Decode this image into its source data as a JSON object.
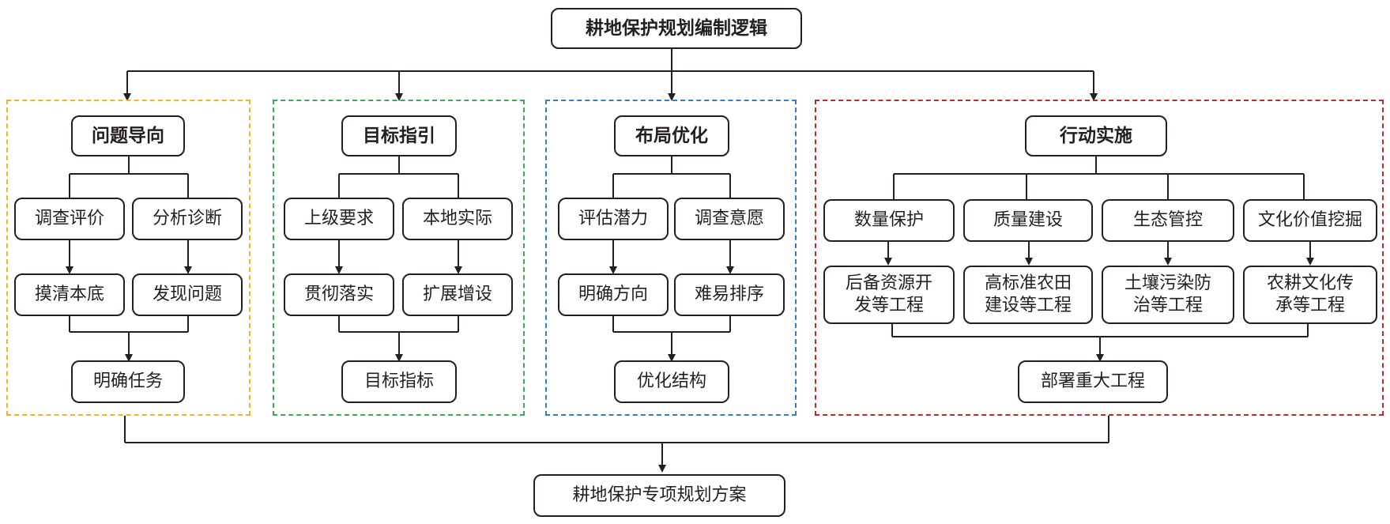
{
  "colors": {
    "yellow": "#f5b321",
    "green": "#3aa85a",
    "blue": "#2f7ec2",
    "red": "#c0282e",
    "line": "#231f20"
  },
  "title": "耕地保护规划编制逻辑",
  "final": "耕地保护专项规划方案",
  "panels": {
    "problem": {
      "head": "问题导向",
      "a1": "调查评价",
      "a2": "分析诊断",
      "b1": "摸清本底",
      "b2": "发现问题",
      "result": "明确任务"
    },
    "goal": {
      "head": "目标指引",
      "a1": "上级要求",
      "a2": "本地实际",
      "b1": "贯彻落实",
      "b2": "扩展增设",
      "result": "目标指标"
    },
    "layout": {
      "head": "布局优化",
      "a1": "评估潜力",
      "a2": "调查意愿",
      "b1": "明确方向",
      "b2": "难易排序",
      "result": "优化结构"
    },
    "action": {
      "head": "行动实施",
      "a1": "数量保护",
      "a2": "质量建设",
      "a3": "生态管控",
      "a4": "文化价值挖掘",
      "b1": "后备资源开\n发等工程",
      "b2": "高标准农田\n建设等工程",
      "b3": "土壤污染防\n治等工程",
      "b4": "农耕文化传\n承等工程",
      "result": "部署重大工程"
    }
  }
}
